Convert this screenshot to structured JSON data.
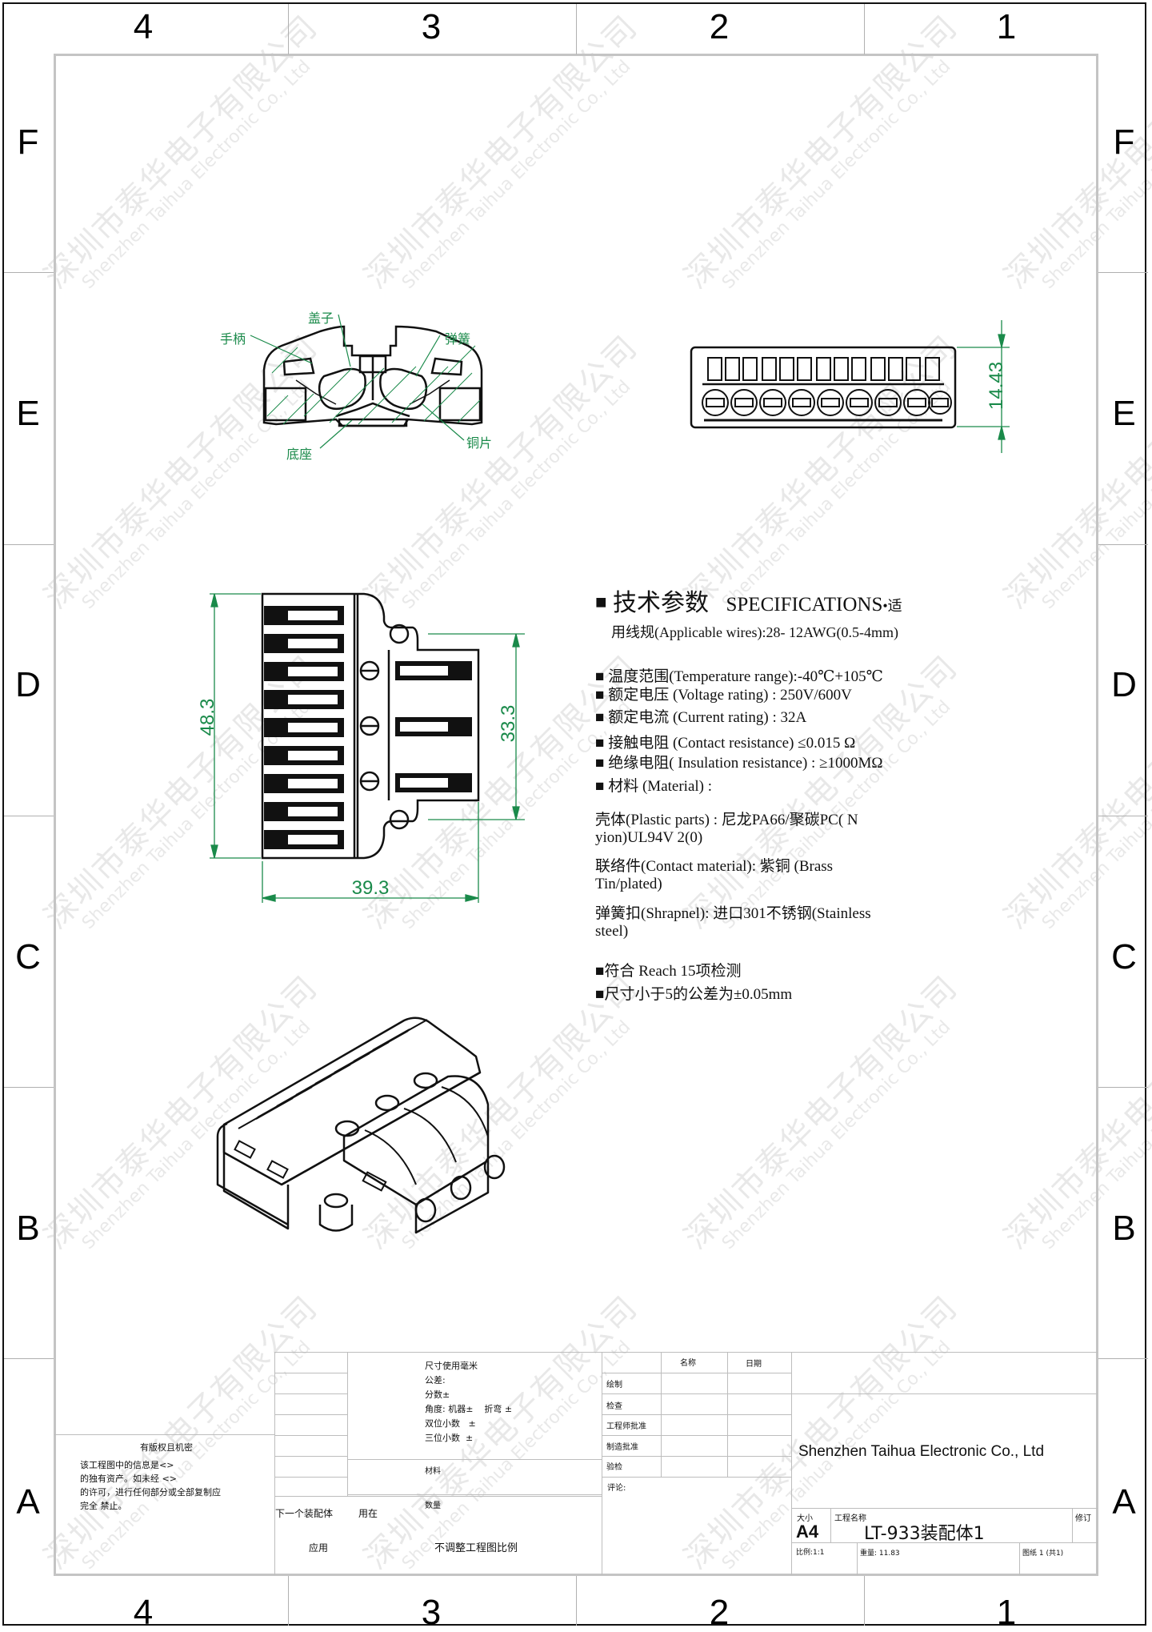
{
  "frame": {
    "column_labels": [
      "4",
      "3",
      "2",
      "1"
    ],
    "row_labels": [
      "F",
      "E",
      "D",
      "C",
      "B",
      "A"
    ],
    "border_color": "#111111",
    "inner_frame_color": "#c4c4c4",
    "dimension_color": "#1a8a4a"
  },
  "watermark": {
    "cn": "深圳市泰华电子有限公司",
    "en": "Shenzhen Taihua Electronic Co., Ltd"
  },
  "section_view": {
    "labels": {
      "handle": "手柄",
      "cover": "盖子",
      "spring": "弹簧",
      "base": "底座",
      "copper": "铜片"
    }
  },
  "front_view": {
    "dimension_height": "14.43",
    "port_count": 9
  },
  "top_view": {
    "dimension_height": "48.3",
    "dimension_mount": "33.3",
    "dimension_width": "39.3",
    "lever_count": 9,
    "output_lever_count": 3
  },
  "specs": {
    "title_cn": "技术参数",
    "title_en": "SPECIFICATIONS",
    "title_suffix": "•适",
    "wires": "用线规(Applicable wires):28- 12AWG(0.5-4mm)",
    "items": [
      "温度范围(Temperature range):-40℃+105℃",
      "额定电压 (Voltage rating) : 250V/600V",
      "额定电流 (Current rating) : 32A",
      "接触电阻 (Contact resistance) ≤0.015 Ω",
      "绝缘电阻( Insulation resistance) : ≥1000MΩ",
      "材料 (Material) :"
    ],
    "materials": [
      "壳体(Plastic parts) : 尼龙PA66/聚碳PC( N",
      "yion)UL94V 2(0)",
      "联络件(Contact material): 紫铜 (Brass",
      "Tin/plated)",
      "弹簧扣(Shrapnel): 进口301不锈钢(Stainless",
      "steel)"
    ],
    "notes": [
      "■符合 Reach  15项检测",
      "■尺寸小于5的公差为±0.05mm"
    ]
  },
  "title_block": {
    "confidential_title": "有版权且机密",
    "confidential_text": [
      "该工程图中的信息是<>",
      "的独有资产。如未经 <>",
      "的许可，进行任何部分或全部复制应",
      "完全 禁止。"
    ],
    "next_assembly": "下一个装配体",
    "used_on": "用在",
    "application": "应用",
    "tolerance_lines": [
      "尺寸使用毫米",
      "公差:",
      "分数±",
      "角度: 机器±    折弯 ±",
      "双位小数   ±",
      "三位小数  ±"
    ],
    "material_label": "材料",
    "quantity_label": "数量",
    "no_scale": "不调整工程图比例",
    "header_name": "名称",
    "header_date": "日期",
    "roles": [
      "绘制",
      "检查",
      "工程师批准",
      "制造批准",
      "验检"
    ],
    "comments_label": "评论:",
    "company": "Shenzhen Taihua Electronic Co., Ltd",
    "size_label": "大小",
    "size_value": "A4",
    "drawing_name_label": "工程名称",
    "drawing_name": "LT-933装配体1",
    "revision_label": "修订",
    "scale": "比例:1:1",
    "weight": "重量: 11.83",
    "sheet": "图纸 1 (共1)"
  }
}
